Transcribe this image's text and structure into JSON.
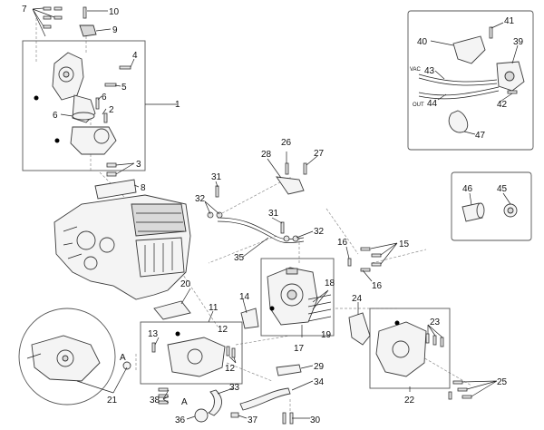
{
  "diagram": {
    "callouts": [
      {
        "id": "c1",
        "label": "1"
      },
      {
        "id": "c2",
        "label": "2"
      },
      {
        "id": "c3",
        "label": "3"
      },
      {
        "id": "c4",
        "label": "4"
      },
      {
        "id": "c5",
        "label": "5"
      },
      {
        "id": "c6a",
        "label": "6"
      },
      {
        "id": "c6b",
        "label": "6"
      },
      {
        "id": "c7",
        "label": "7"
      },
      {
        "id": "c8",
        "label": "8"
      },
      {
        "id": "c9",
        "label": "9"
      },
      {
        "id": "c10",
        "label": "10"
      },
      {
        "id": "c11",
        "label": "11"
      },
      {
        "id": "c12a",
        "label": "12"
      },
      {
        "id": "c12b",
        "label": "12"
      },
      {
        "id": "c13",
        "label": "13"
      },
      {
        "id": "c14",
        "label": "14"
      },
      {
        "id": "c15",
        "label": "15"
      },
      {
        "id": "c16a",
        "label": "16"
      },
      {
        "id": "c16b",
        "label": "16"
      },
      {
        "id": "c17",
        "label": "17"
      },
      {
        "id": "c18",
        "label": "18"
      },
      {
        "id": "c19",
        "label": "19"
      },
      {
        "id": "c20",
        "label": "20"
      },
      {
        "id": "c21",
        "label": "21"
      },
      {
        "id": "c22",
        "label": "22"
      },
      {
        "id": "c23",
        "label": "23"
      },
      {
        "id": "c24",
        "label": "24"
      },
      {
        "id": "c25",
        "label": "25"
      },
      {
        "id": "c26",
        "label": "26"
      },
      {
        "id": "c27",
        "label": "27"
      },
      {
        "id": "c28",
        "label": "28"
      },
      {
        "id": "c29",
        "label": "29"
      },
      {
        "id": "c30",
        "label": "30"
      },
      {
        "id": "c31a",
        "label": "31"
      },
      {
        "id": "c31b",
        "label": "31"
      },
      {
        "id": "c32a",
        "label": "32"
      },
      {
        "id": "c32b",
        "label": "32"
      },
      {
        "id": "c33",
        "label": "33"
      },
      {
        "id": "c34",
        "label": "34"
      },
      {
        "id": "c35",
        "label": "35"
      },
      {
        "id": "c36",
        "label": "36"
      },
      {
        "id": "c37",
        "label": "37"
      },
      {
        "id": "c38",
        "label": "38"
      },
      {
        "id": "c39",
        "label": "39"
      },
      {
        "id": "c40",
        "label": "40"
      },
      {
        "id": "c41",
        "label": "41"
      },
      {
        "id": "c42",
        "label": "42"
      },
      {
        "id": "c43",
        "label": "43"
      },
      {
        "id": "c44",
        "label": "44"
      },
      {
        "id": "c45",
        "label": "45"
      },
      {
        "id": "c46",
        "label": "46"
      },
      {
        "id": "c47",
        "label": "47"
      }
    ],
    "markers": [
      {
        "id": "mA1",
        "label": "A"
      },
      {
        "id": "mA2",
        "label": "A"
      }
    ],
    "tags": {
      "vac": "VAC",
      "out": "OUT"
    }
  }
}
